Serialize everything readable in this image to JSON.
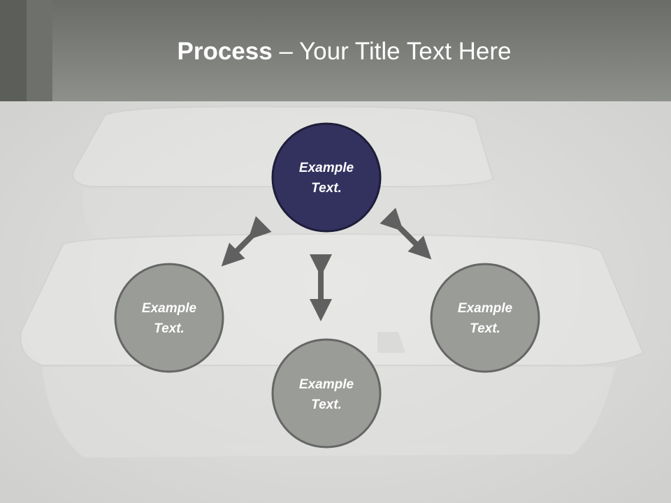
{
  "slide": {
    "title_bold": "Process",
    "title_rest": " – Your Title Text Here"
  },
  "colors": {
    "header": "#8e908b",
    "node_primary": "#33325f",
    "node_secondary": "#9a9c97",
    "node_border": "#666666",
    "arrow": "#606060"
  },
  "diagram": {
    "nodes": [
      {
        "line1": "Example",
        "line2": "Text."
      },
      {
        "line1": "Example",
        "line2": "Text."
      },
      {
        "line1": "Example",
        "line2": "Text."
      },
      {
        "line1": "Example",
        "line2": "Text."
      }
    ]
  }
}
